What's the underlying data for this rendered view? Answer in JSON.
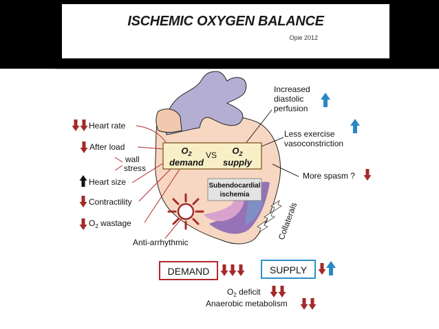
{
  "title": "ISCHEMIC OXYGEN BALANCE",
  "citation": "Opie 2012",
  "left_factors": {
    "heart_rate": "Heart rate",
    "after_load": "After load",
    "wall": "wall",
    "stress": "stress",
    "heart_size": "Heart size",
    "contractility": "Contractility",
    "o2_wastage_o": "O",
    "o2_wastage_sub": "2",
    "o2_wastage_rest": " wastage",
    "anti_arrhythmic": "Anti-arrhythmic"
  },
  "center_box": {
    "o2_left": "O",
    "o2_left_sub": "2",
    "demand": "demand",
    "vs": "VS",
    "o2_right": "O",
    "o2_right_sub": "2",
    "supply": "supply"
  },
  "ischemia_box": {
    "line1": "Subendocardial",
    "line2": "ischemia"
  },
  "collaterals": "Collaterals",
  "right_factors": {
    "increased_line1": "Increased",
    "increased_line2": "diastolic",
    "increased_line3": "perfusion",
    "less_line1": "Less exercise",
    "less_line2": "vasoconstriction",
    "spasm": "More spasm ?"
  },
  "bottom": {
    "demand_label": "DEMAND",
    "supply_label": "SUPPLY",
    "deficit_o": "O",
    "deficit_sub": "2",
    "deficit_rest": " deficit",
    "anaerobic": "Anaerobic metabolism"
  },
  "colors": {
    "down_arrow": "#a32a2a",
    "up_arrow_blue": "#2a86c4",
    "heart_fill": "#f7d7c1",
    "aorta_fill": "#b3aed2",
    "center_box_fill": "#f9efc7",
    "center_box_border": "#8a6c3a",
    "demand_border": "#b3262a",
    "supply_border": "#2c8fc7",
    "ischemia_purple": "#8a68b5",
    "ischemia_pink": "#d9a2cd"
  }
}
